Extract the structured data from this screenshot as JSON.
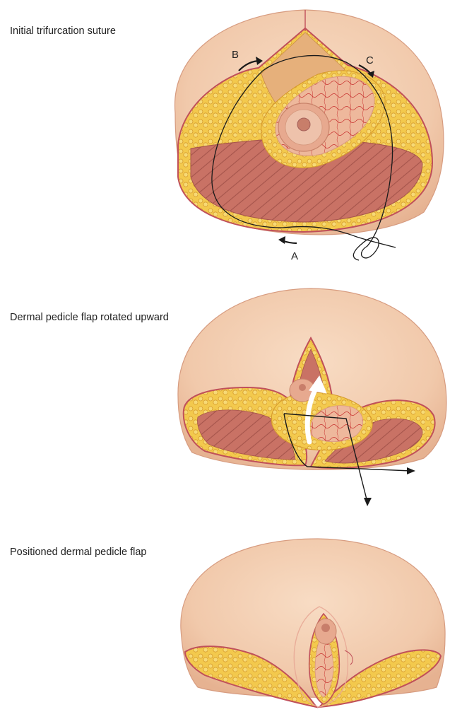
{
  "captions": {
    "step1": "Initial trifurcation suture",
    "step2": "Dermal pedicle flap rotated upward",
    "step3": "Positioned dermal pedicle flap"
  },
  "labels": {
    "a": "A",
    "b": "B",
    "c": "C"
  },
  "colors": {
    "skin": "#f3cdb0",
    "skin_edge": "#c0505a",
    "fat": "#f2c84b",
    "fat_dark": "#d9a430",
    "dermis": "#e9b39a",
    "muscle": "#c97265",
    "vessel": "#c8302e",
    "suture": "#1a1a1a"
  }
}
